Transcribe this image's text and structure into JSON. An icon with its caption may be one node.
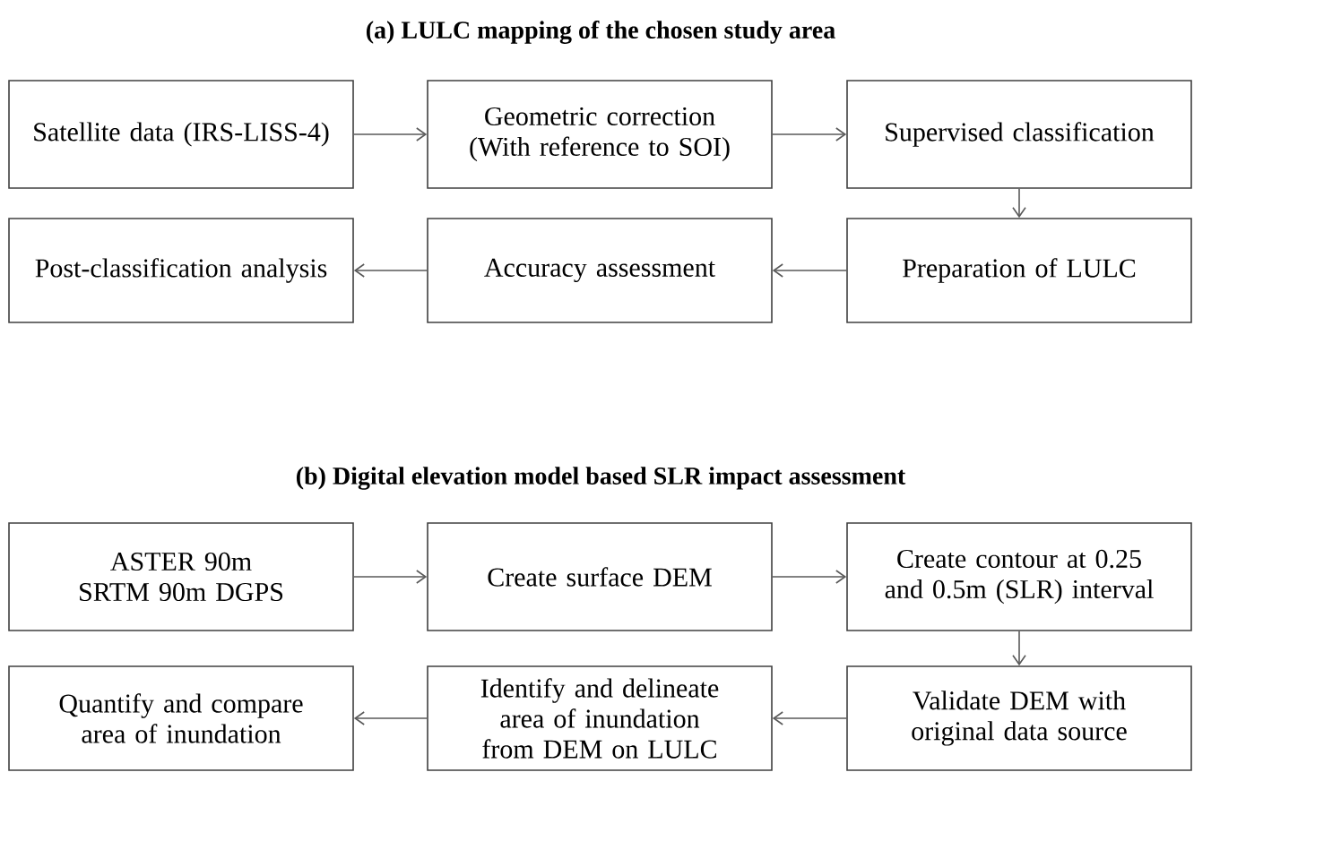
{
  "diagram": {
    "nodes": [
      {
        "text": [
          "Satellite data (IRS-LISS-4)"
        ]
      },
      {
        "text": [
          "Geometric correction (With reference to SOI)"
        ]
      },
      {
        "text": [
          "Supervised classification"
        ]
      },
      {
        "text": [
          "Post-classification analysis"
        ]
      },
      {
        "text": [
          "Accuracy assessment"
        ]
      },
      {
        "text": [
          "Preparation of LULC"
        ]
      },
      {
        "text": [
          "ASTER 90m SRTM 90m DGPS"
        ]
      },
      {
        "text": [
          "Create surface DEM"
        ]
      },
      {
        "text": [
          "Create contour at 0.25 and 0.5m (SLR) interval"
        ]
      },
      {
        "text": [
          "Quantify and compare area of inundation"
        ]
      },
      {
        "text": [
          "Identify and delineate area of inundation from DEM on LULC"
        ]
      },
      {
        "text": [
          "Validate DEM with original data source"
        ]
      }
    ],
    "edges": [
      {
        "from": 0,
        "to": 1,
        "arrow": "to"
      },
      {
        "from": 1,
        "to": 2,
        "arrow": "to"
      },
      {
        "from": 2,
        "to": 5,
        "arrow": "to"
      },
      {
        "from": 5,
        "to": 4,
        "arrow": "to"
      },
      {
        "from": 4,
        "to": 3,
        "arrow": "to"
      },
      {
        "from": 6,
        "to": 7,
        "arrow": "to"
      },
      {
        "from": 7,
        "to": 8,
        "arrow": "to"
      },
      {
        "from": 8,
        "to": 11,
        "arrow": "to"
      },
      {
        "from": 11,
        "to": 10,
        "arrow": "to"
      },
      {
        "from": 10,
        "to": 9,
        "arrow": "to"
      }
    ],
    "labels": [
      "(a)  LULC mapping of the chosen study area",
      "(b)  Digital elevation model based SLR  impact assessment"
    ]
  }
}
